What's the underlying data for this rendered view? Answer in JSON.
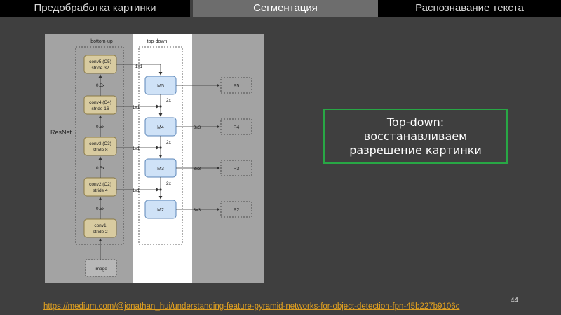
{
  "tabs": [
    {
      "label": "Предобработка картинки",
      "active": false
    },
    {
      "label": "Сегментация",
      "active": true
    },
    {
      "label": "Распознавание текста",
      "active": false
    }
  ],
  "diagram": {
    "bottom_up_label": "bottom-up",
    "top_down_label": "top-down",
    "resnet_label": "ResNet",
    "conv": [
      {
        "line1": "conv5 (C5)",
        "line2": "stride 32"
      },
      {
        "line1": "conv4 (C4)",
        "line2": "stride 16"
      },
      {
        "line1": "conv3 (C3)",
        "line2": "stride 8"
      },
      {
        "line1": "conv2 (C2)",
        "line2": "stride 4"
      },
      {
        "line1": "conv1",
        "line2": "stride 2"
      }
    ],
    "scale_labels": [
      "0.5x",
      "0.5x",
      "0.5x",
      "0.5x"
    ],
    "image_label": "image",
    "merge": [
      "M5",
      "M4",
      "M3",
      "M2"
    ],
    "outputs": [
      "P5",
      "P4",
      "P3",
      "P2"
    ],
    "lateral_label": "1x1",
    "upsample_label": "2x",
    "smooth_label": "3x3",
    "colors": {
      "conv_fill": "#d8cba0",
      "merge_fill": "#cfe2f7",
      "background": "#3f3f3f",
      "callout_border": "#28a745",
      "link": "#e0a020"
    }
  },
  "callout": {
    "line1": "Top-down:",
    "line2": "восстанавливаем",
    "line3": "разрешение картинки"
  },
  "page_number": "44",
  "source_url": "https://medium.com/@jonathan_hui/understanding-feature-pyramid-networks-for-object-detection-fpn-45b227b9106c"
}
